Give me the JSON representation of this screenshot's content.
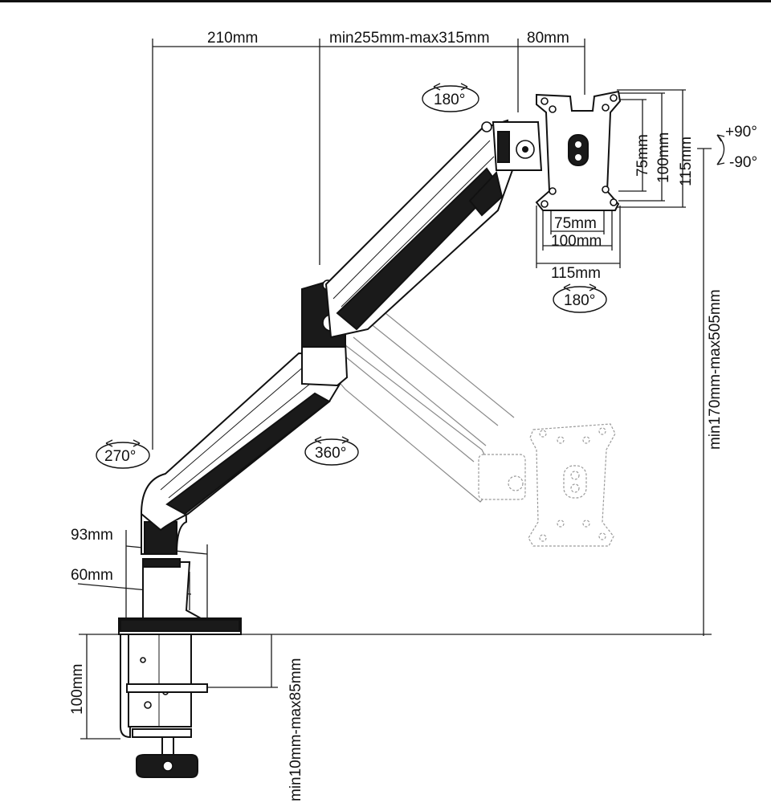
{
  "dimensions": {
    "arm_lower_reach": "210mm",
    "arm_upper_reach": "min255mm-max315mm",
    "tilt_head_depth": "80mm",
    "vesa_inner_vertical": "75mm",
    "vesa_mid_vertical": "100mm",
    "vesa_outer_vertical": "115mm",
    "vesa_inner_horizontal": "75mm",
    "vesa_mid_horizontal": "100mm",
    "vesa_outer_horizontal": "115mm",
    "height_range": "min170mm-max505mm",
    "pole_top_width": "93mm",
    "pole_base_width": "60mm",
    "clamp_height": "100mm",
    "clamp_opening": "min10mm-max85mm"
  },
  "rotations": {
    "head_swivel_top": "180°",
    "head_swivel_bottom": "180°",
    "tilt_up": "+90°",
    "tilt_down": "-90°",
    "base_rotation": "270°",
    "elbow_rotation": "360°"
  }
}
